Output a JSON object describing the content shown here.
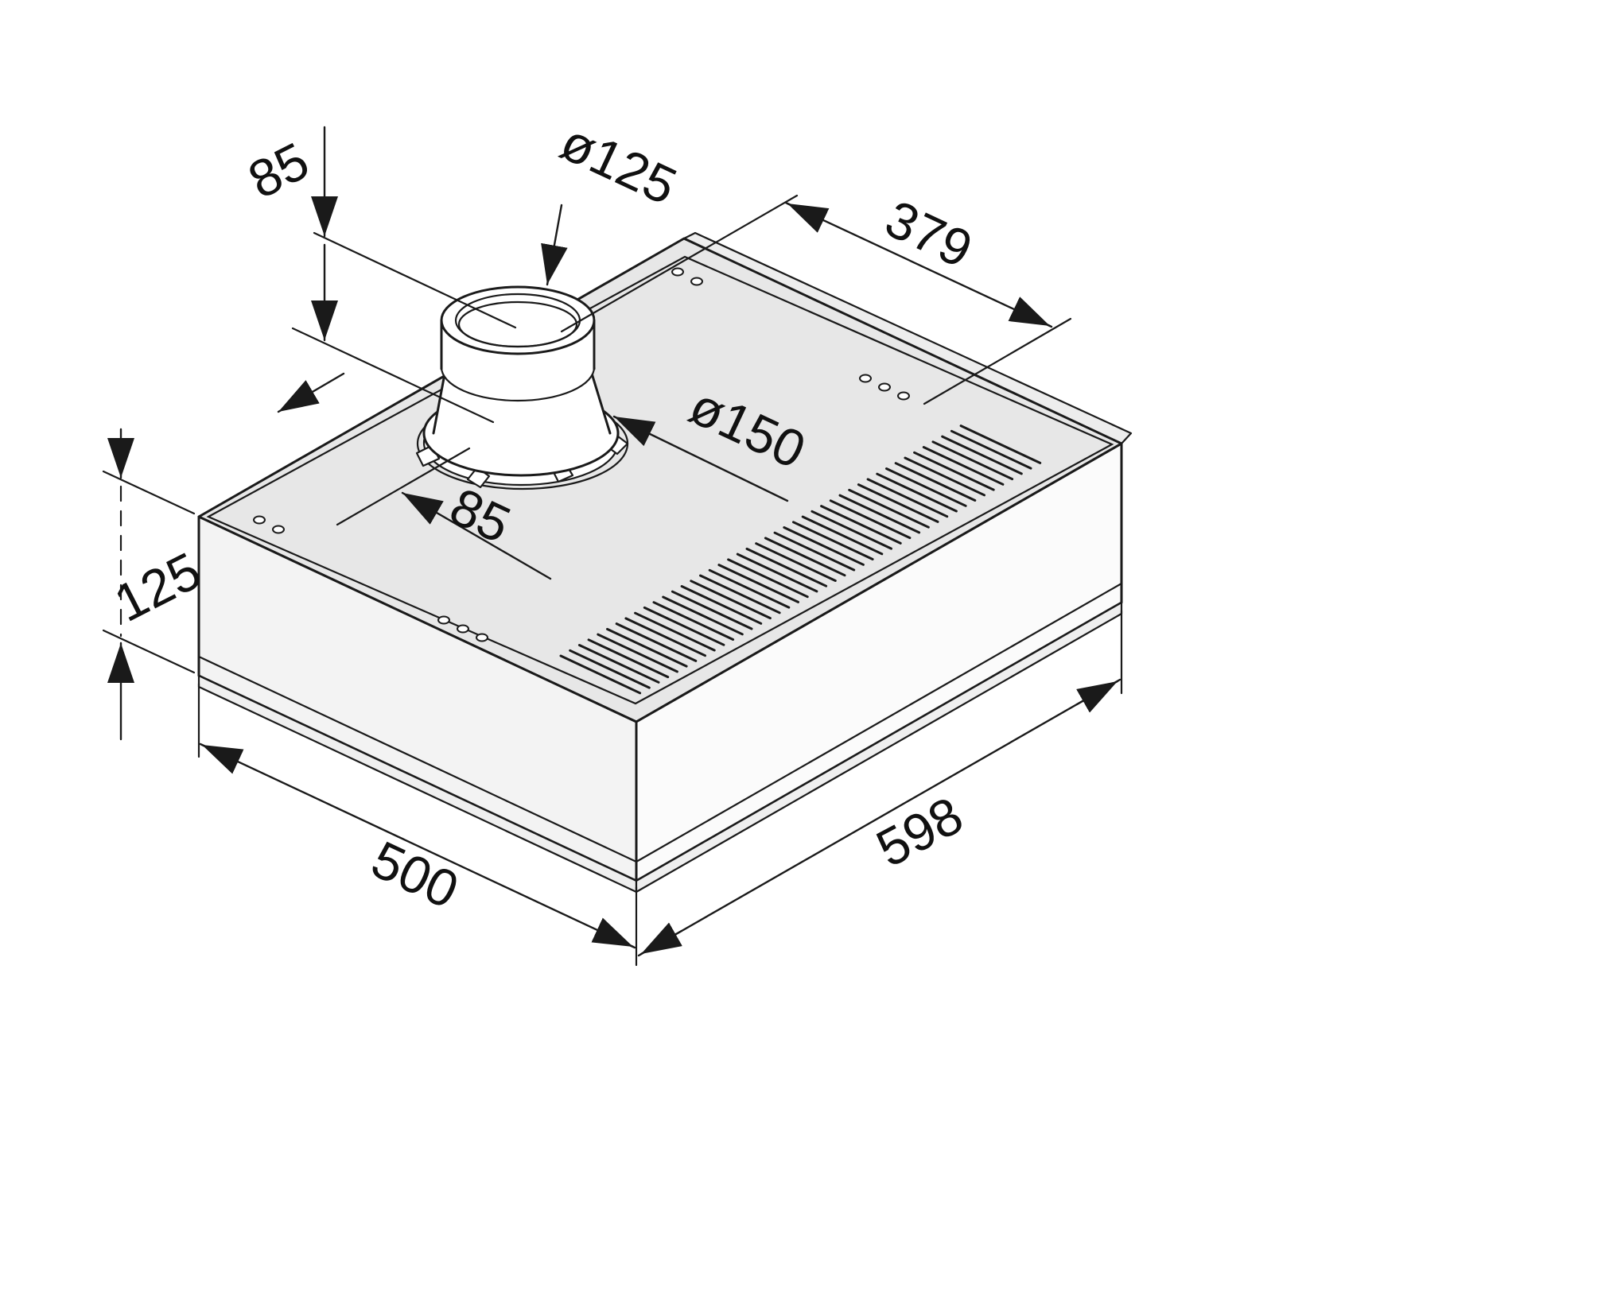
{
  "diagram": {
    "dimensions": {
      "duct_rear_offset": "85",
      "duct_top_diameter": "ø125",
      "duct_to_right_edge": "379",
      "duct_base_diameter": "ø150",
      "duct_side_offset": "85",
      "body_height": "125",
      "body_depth": "500",
      "body_width": "598"
    },
    "colors": {
      "line": "#1a1a1a",
      "top_face": "#e7e7e7",
      "left_face": "#f3f3f3",
      "right_face": "#fbfbfb",
      "rear_strip": "#ededed",
      "bottom_step": "#efefef",
      "background": "#ffffff"
    }
  }
}
